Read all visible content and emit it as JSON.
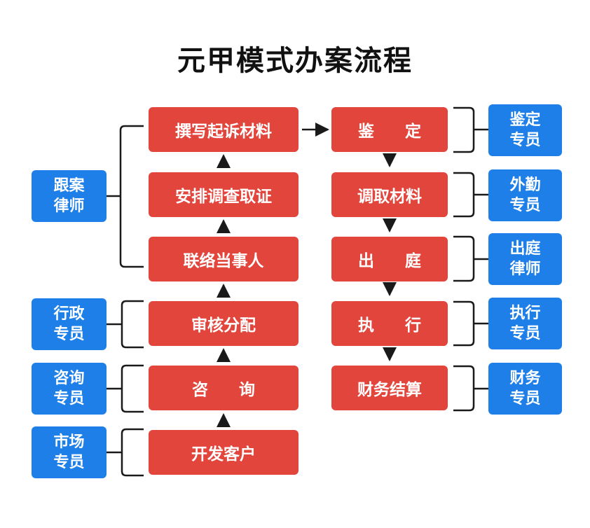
{
  "title": "元甲模式办案流程",
  "left_flow": [
    "撰写起诉材料",
    "安排调查取证",
    "联络当事人",
    "审核分配",
    "咨 询",
    "开发客户"
  ],
  "right_flow": [
    "鉴 定",
    "调取材料",
    "出 庭",
    "执 行",
    "财务结算"
  ],
  "left_roles": [
    {
      "line1": "跟案",
      "line2": "律师"
    },
    {
      "line1": "行政",
      "line2": "专员"
    },
    {
      "line1": "咨询",
      "line2": "专员"
    },
    {
      "line1": "市场",
      "line2": "专员"
    }
  ],
  "right_roles": [
    {
      "line1": "鉴定",
      "line2": "专员"
    },
    {
      "line1": "外勤",
      "line2": "专员"
    },
    {
      "line1": "出庭",
      "line2": "律师"
    },
    {
      "line1": "执行",
      "line2": "专员"
    },
    {
      "line1": "财务",
      "line2": "专员"
    }
  ],
  "colors": {
    "step": "#e2453c",
    "role": "#1e7fe8",
    "connector": "#1a1a1a"
  }
}
